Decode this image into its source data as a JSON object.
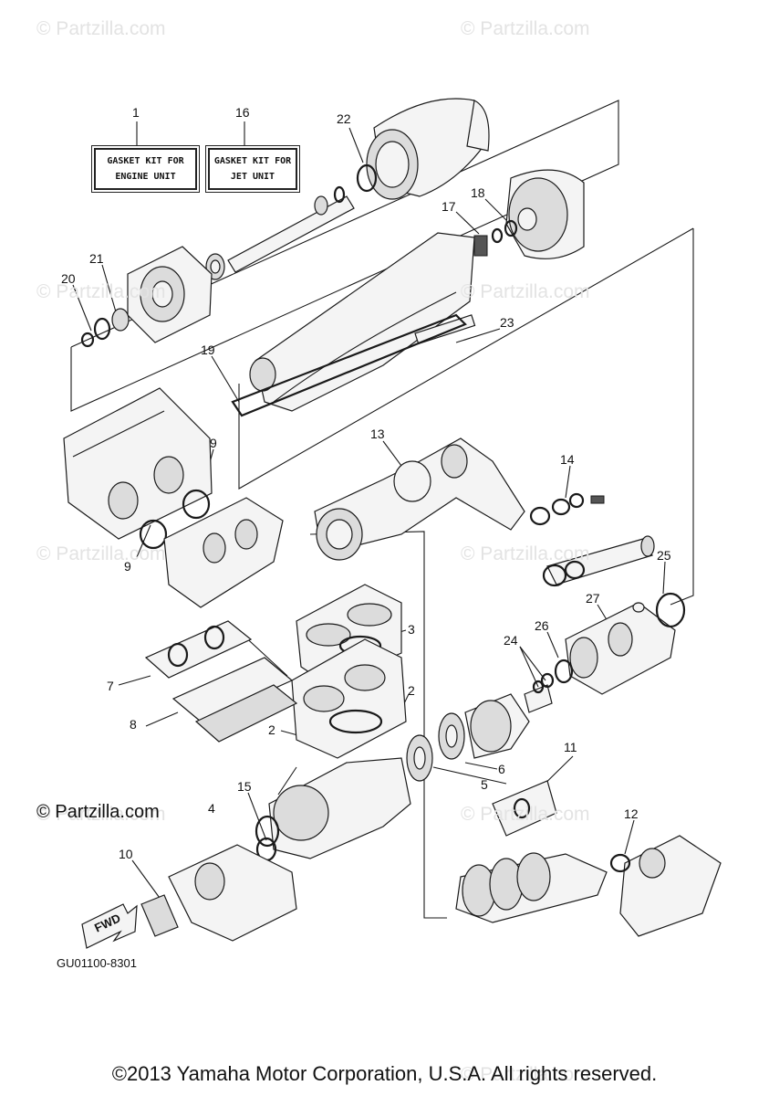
{
  "watermarks": [
    "© Partzilla.com",
    "© Partzilla.com",
    "© Partzilla.com",
    "© Partzilla.com",
    "© Partzilla.com",
    "© Partzilla.com",
    "© Partzilla.com",
    "© Partzilla.com",
    "© Partzilla.com"
  ],
  "labels": {
    "gasket_kit_engine": "GASKET KIT FOR ENGINE UNIT",
    "gasket_kit_jet": "GASKET KIT FOR JET UNIT",
    "fwd": "FWD"
  },
  "part_numbers": [
    "1",
    "16",
    "22",
    "18",
    "17",
    "21",
    "20",
    "23",
    "19",
    "9",
    "9",
    "13",
    "14",
    "25",
    "27",
    "26",
    "24",
    "3",
    "2",
    "7",
    "8",
    "2",
    "6",
    "5",
    "11",
    "12",
    "15",
    "4",
    "10"
  ],
  "partzilla_copyright": "© Partzilla.com",
  "diagram_code": "GU01100-8301",
  "footer": "©2013 Yamaha Motor Corporation, U.S.A. All rights reserved."
}
